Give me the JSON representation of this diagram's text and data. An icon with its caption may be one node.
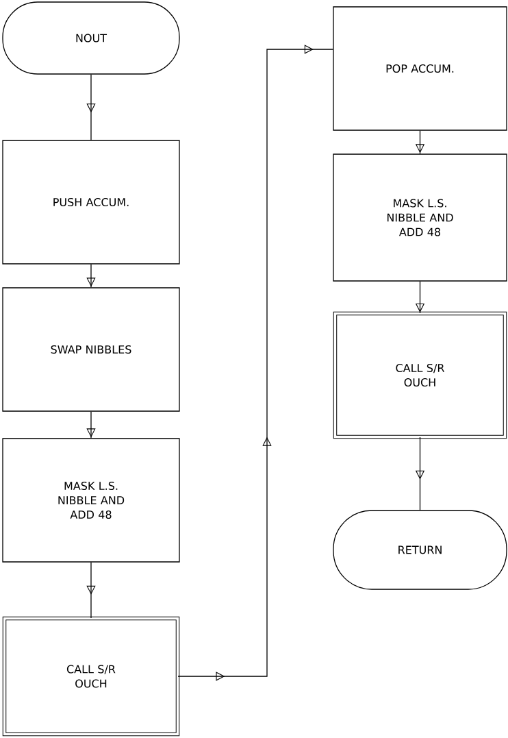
{
  "diagram": {
    "nodes": [
      {
        "text": [
          "NOUT"
        ]
      },
      {
        "text": [
          "PUSH ACCUM."
        ]
      },
      {
        "text": [
          "SWAP NIBBLES"
        ]
      },
      {
        "text": [
          "MASK L.S. NIBBLE AND ADD 48"
        ]
      },
      {
        "text": [
          "CALL S/R OUCH"
        ]
      },
      {
        "text": [
          "POP ACCUM."
        ]
      },
      {
        "text": [
          "MASK L.S. NIBBLE AND ADD 48"
        ]
      },
      {
        "text": [
          "CALL S/R OUCH"
        ]
      },
      {
        "text": [
          "RETURN"
        ]
      }
    ],
    "edges": [
      {
        "from": 0,
        "to": 1,
        "arrow": "to"
      },
      {
        "from": 1,
        "to": 2,
        "arrow": "to"
      },
      {
        "from": 2,
        "to": 3,
        "arrow": "to"
      },
      {
        "from": 3,
        "to": 4,
        "arrow": "to"
      },
      {
        "from": 4,
        "to": 5,
        "arrow": "to"
      },
      {
        "from": 5,
        "to": 6,
        "arrow": "to"
      },
      {
        "from": 6,
        "to": 7,
        "arrow": "to"
      },
      {
        "from": 7,
        "to": 8,
        "arrow": "to"
      }
    ]
  }
}
